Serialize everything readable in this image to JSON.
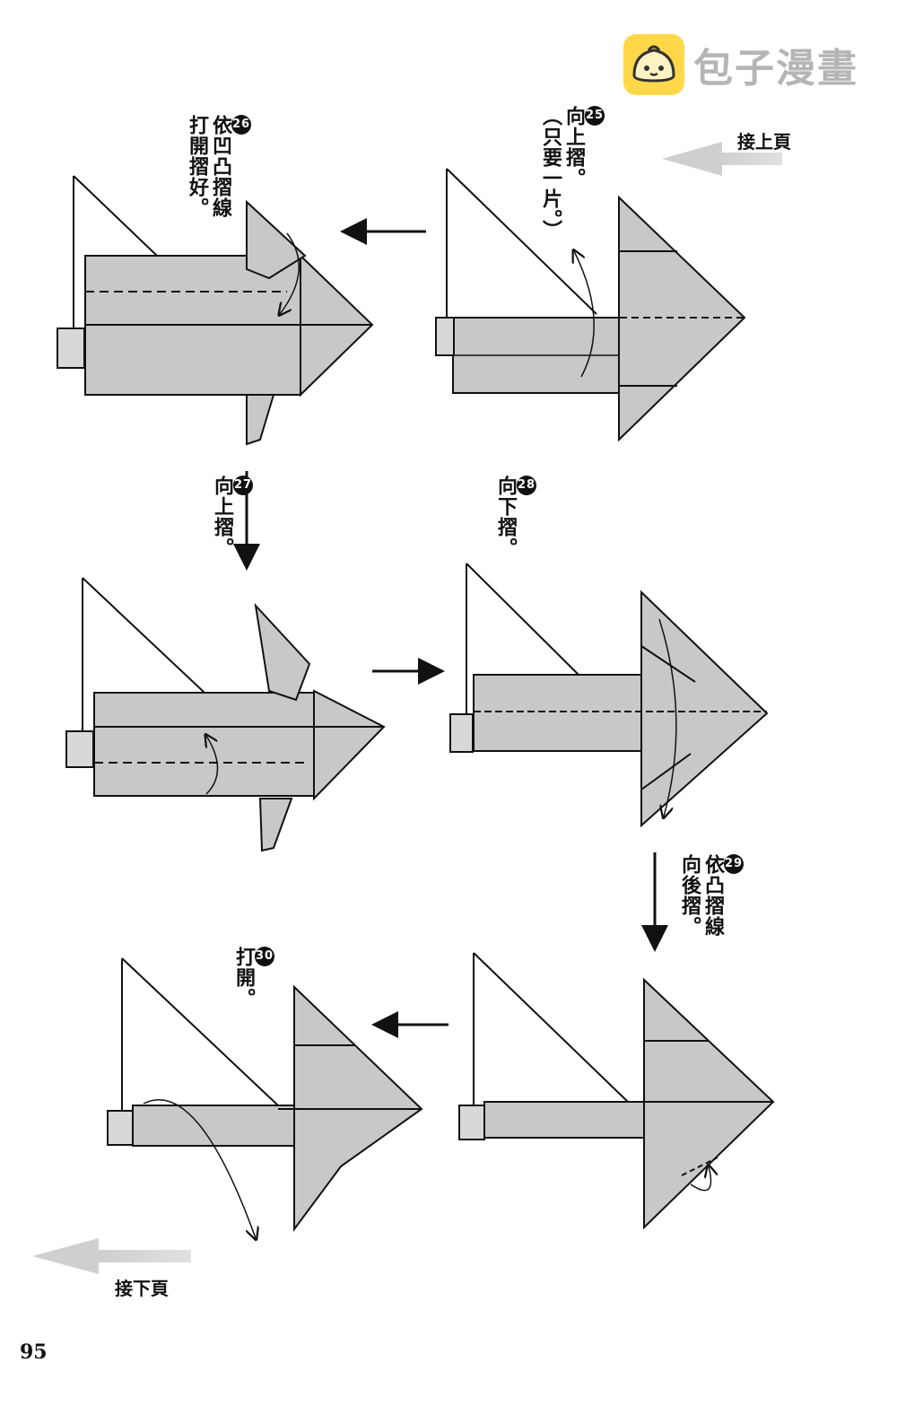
{
  "watermark": {
    "text": "包子漫畫",
    "icon": "bun-logo-icon"
  },
  "nav": {
    "prev": "接上頁",
    "next": "接下頁"
  },
  "steps": [
    {
      "num": "25",
      "lines": [
        "向上摺。",
        "（只要一片。）"
      ]
    },
    {
      "num": "26",
      "lines": [
        "依凹凸摺線",
        "打開摺好。"
      ]
    },
    {
      "num": "27",
      "lines": [
        "向上摺。"
      ]
    },
    {
      "num": "28",
      "lines": [
        "向下摺。"
      ]
    },
    {
      "num": "29",
      "lines": [
        "依凸摺線",
        "向後摺。"
      ]
    },
    {
      "num": "30",
      "lines": [
        "打開。"
      ]
    }
  ],
  "page_number": "95",
  "colors": {
    "paper_fill": "#c8c8c8",
    "line": "#111111",
    "watermark_bg": "#ffd84a",
    "watermark_text": "#b5b5b5"
  }
}
